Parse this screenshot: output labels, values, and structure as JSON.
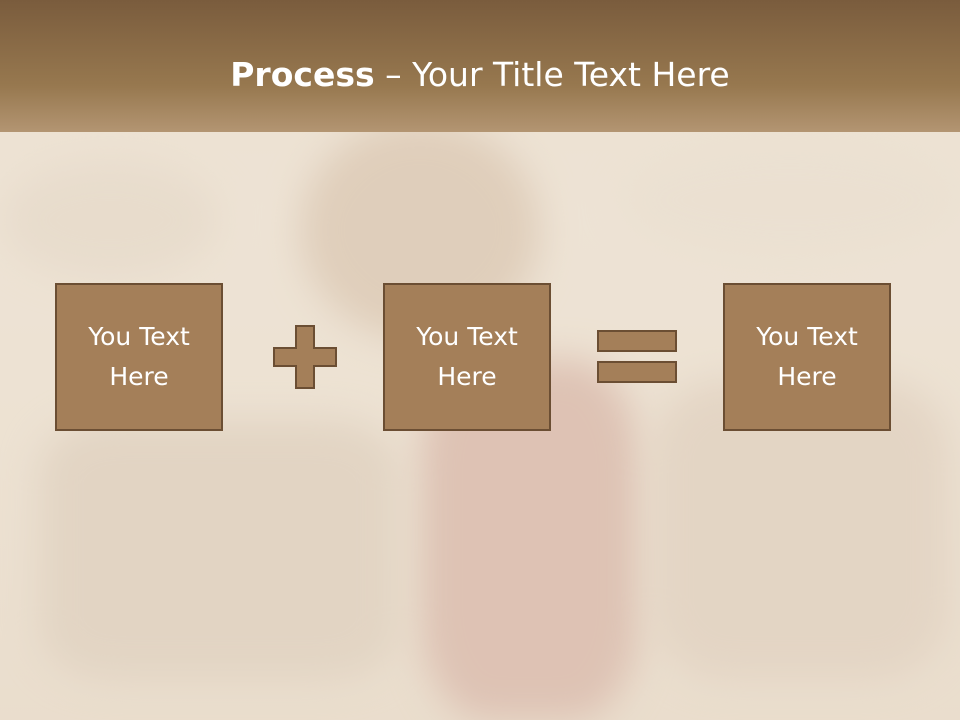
{
  "title": {
    "bold": "Process",
    "rest": " – Your Title Text Here"
  },
  "boxes": [
    {
      "line1": "You Text",
      "line2": "Here"
    },
    {
      "line1": "You Text",
      "line2": "Here"
    },
    {
      "line1": "You Text",
      "line2": "Here"
    }
  ],
  "operators": [
    "plus-icon",
    "equals-icon"
  ],
  "colors": {
    "box_fill": "#a47f59",
    "box_border": "#6b4e33",
    "title_bar": "#8b6b48",
    "text": "#ffffff"
  }
}
